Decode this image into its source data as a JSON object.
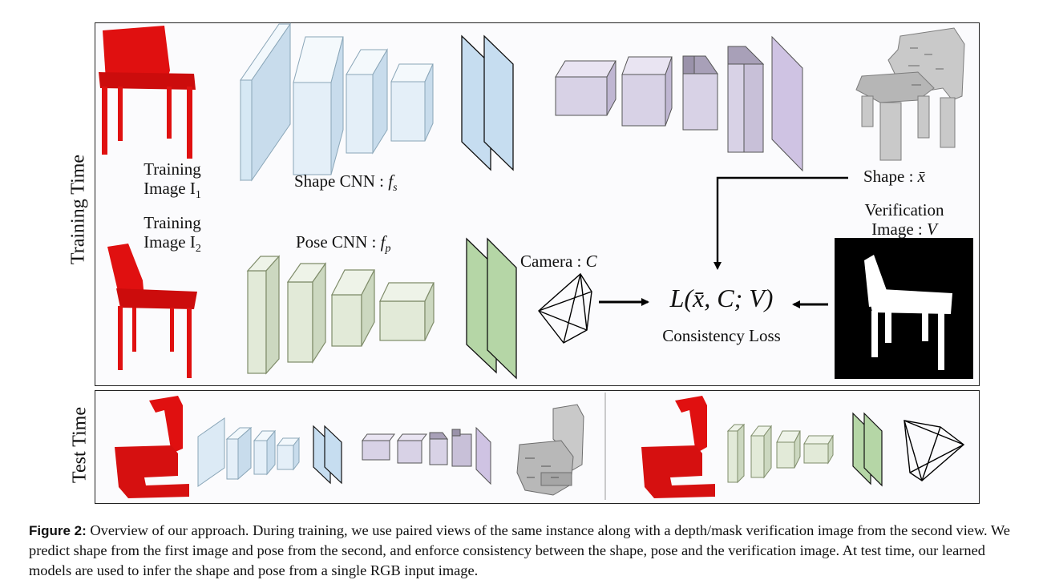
{
  "training_panel": {
    "side_label": "Training Time",
    "training_image_1": {
      "line1": "Training",
      "line2": "Image I",
      "sub": "1"
    },
    "training_image_2": {
      "line1": "Training",
      "line2": "Image I",
      "sub": "2"
    },
    "shape_cnn": {
      "text": "Shape CNN : ",
      "math": "f",
      "sub": "s"
    },
    "pose_cnn": {
      "text": "Pose CNN : ",
      "math": "f",
      "sub": "p"
    },
    "camera": {
      "text": "Camera : ",
      "math": "C"
    },
    "shape_output": {
      "text": "Shape : ",
      "math": "x̄"
    },
    "verification": {
      "line1": "Verification",
      "line2": "Image : ",
      "math": "V"
    },
    "loss": {
      "formula": "L(x̄, C; V)",
      "name": "Consistency Loss"
    }
  },
  "test_panel": {
    "side_label": "Test Time"
  },
  "colors": {
    "chair": "#e01010",
    "shape_layers": "#d6e8f4",
    "shape_bottleneck": "#c6ddf0",
    "shape_decoder": "#d8d2e6",
    "pose_layers": "#e2ead8",
    "pose_bottleneck": "#b5d6a6",
    "voxel": "#c9c9c9"
  },
  "caption": {
    "label": "Figure 2:",
    "text": " Overview of our approach. During training, we use paired views of the same instance along with a depth/mask verification image from the second view. We predict shape from the first image and pose from the second, and enforce consistency between the shape, pose and the verification image. At test time, our learned models are used to infer the shape and pose from a single RGB input image."
  }
}
